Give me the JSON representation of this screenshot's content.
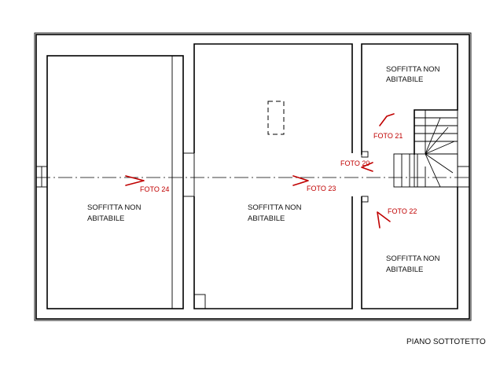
{
  "plan": {
    "caption": "PIANO SOTTOTETTO",
    "rooms": [
      {
        "line1": "SOFFITTA NON",
        "line2": "ABITABILE"
      },
      {
        "line1": "SOFFITTA NON",
        "line2": "ABITABILE"
      },
      {
        "line1": "SOFFITTA NON",
        "line2": "ABITABILE"
      },
      {
        "line1": "SOFFITTA NON",
        "line2": "ABITABILE"
      }
    ],
    "photos": [
      "FOTO 20",
      "FOTO 21",
      "FOTO 22",
      "FOTO 23",
      "FOTO 24"
    ]
  },
  "colors": {
    "wall": "#000000",
    "annotation": "#c00000",
    "background": "#ffffff"
  }
}
